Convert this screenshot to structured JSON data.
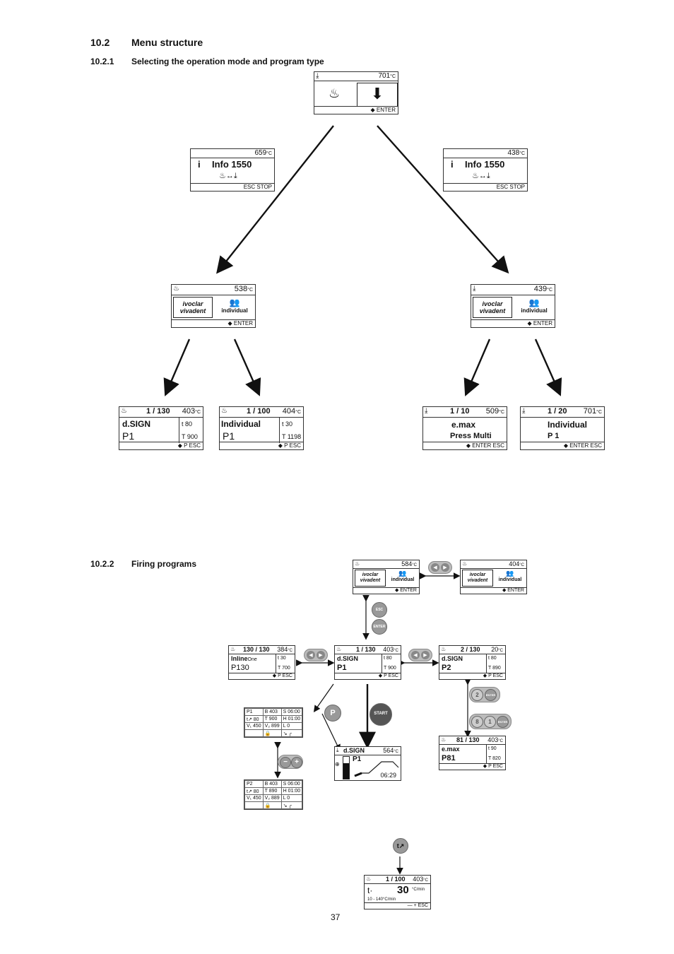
{
  "section": {
    "number": "10.2",
    "title": "Menu structure"
  },
  "sub1": {
    "number": "10.2.1",
    "title": "Selecting the operation mode and program type"
  },
  "sub2": {
    "number": "10.2.2",
    "title": "Firing programs"
  },
  "page_number": "37",
  "screens": {
    "mode_select": {
      "temp": "701",
      "unit": "°C",
      "footer": "◆ ENTER"
    },
    "info_left": {
      "temp": "659",
      "unit": "°C",
      "title": "Info 1550",
      "footer": "ESC STOP"
    },
    "info_right": {
      "temp": "438",
      "unit": "°C",
      "title": "Info 1550",
      "footer": "ESC STOP"
    },
    "type_left": {
      "temp": "538",
      "unit": "°C",
      "logo1": "ivoclar",
      "logo2": "vivadent",
      "individual": "individual",
      "footer": "◆ ENTER"
    },
    "type_right": {
      "temp": "439",
      "unit": "°C",
      "logo1": "ivoclar",
      "logo2": "vivadent",
      "individual": "individual",
      "footer": "◆ ENTER"
    },
    "prog_a": {
      "count": "1 / 130",
      "temp": "403",
      "unit": "°C",
      "name": "d.SIGN",
      "p": "P1",
      "t1": "t  80",
      "t2": "T  900",
      "footer": "◆ P ESC"
    },
    "prog_b": {
      "count": "1 / 100",
      "temp": "404",
      "unit": "°C",
      "name": "Individual",
      "p": "P1",
      "t1": "t  30",
      "t2": "T  1198",
      "footer": "◆ P ESC"
    },
    "prog_c": {
      "count": "1 / 10",
      "temp": "509",
      "unit": "°C",
      "name": "e.max",
      "sub": "Press Multi",
      "footer": "◆ ENTER ESC"
    },
    "prog_d": {
      "count": "1 / 20",
      "temp": "701",
      "unit": "°C",
      "name": "Individual",
      "p": "P 1",
      "footer": "◆ ENTER ESC"
    },
    "f_type1": {
      "temp": "584",
      "unit": "°C",
      "logo1": "ivoclar",
      "logo2": "vivadent",
      "individual": "individual",
      "footer": "◆ ENTER"
    },
    "f_type2": {
      "temp": "404",
      "unit": "°C",
      "logo1": "ivoclar",
      "logo2": "vivadent",
      "individual": "individual",
      "footer": "◆ ENTER"
    },
    "f_left": {
      "count": "130 / 130",
      "temp": "384",
      "unit": "°C",
      "name": "Inline",
      "name_sub": "One",
      "p": "P130",
      "t1": "t  30",
      "t2": "T  700",
      "footer": "◆ P ESC"
    },
    "f_mid": {
      "count": "1 / 130",
      "temp": "403",
      "unit": "°C",
      "name": "d.SIGN",
      "p": "P1",
      "t1": "t  80",
      "t2": "T  900",
      "footer": "◆ P ESC"
    },
    "f_right": {
      "count": "2 / 130",
      "temp": "20",
      "unit": "°C",
      "name": "d.SIGN",
      "p": "P2",
      "t1": "t  80",
      "t2": "T  890",
      "footer": "◆ P ESC"
    },
    "f_r81": {
      "count": "81 / 130",
      "temp": "403",
      "unit": "°C",
      "name": "e.max",
      "p": "P81",
      "t1": "t  90",
      "t2": "T  820",
      "footer": "◆ P ESC"
    },
    "f_run": {
      "name": "d.SIGN",
      "temp": "564",
      "unit": "°C",
      "p": "P1",
      "time": "06:29"
    },
    "f_rate": {
      "count": "1 / 100",
      "temp": "403",
      "unit": "°C",
      "label": "t·",
      "value": "30",
      "rate_unit": "°C/min",
      "range": "10 - 140°C/min",
      "footer": "— + ESC"
    }
  },
  "param_table1": {
    "p": "P1",
    "b": "B 403",
    "s": "S 06:00",
    "t": "t↗ 80",
    "T": "T 900",
    "h": "H 01:00",
    "v1": "V₁ 450",
    "v2": "V₂ 899",
    "l": "L 0"
  },
  "param_table2": {
    "p": "P2",
    "b": "B 403",
    "s": "S 06:00",
    "t": "t↗ 80",
    "T": "T 890",
    "h": "H 01:00",
    "v1": "V₁ 450",
    "v2": "V₂ 889",
    "l": "L 0"
  },
  "buttons": {
    "esc": "ESC",
    "enter": "ENTER",
    "start": "START",
    "p": "P",
    "two": "2",
    "eight": "8",
    "one": "1",
    "minus": "−",
    "plus": "+"
  }
}
